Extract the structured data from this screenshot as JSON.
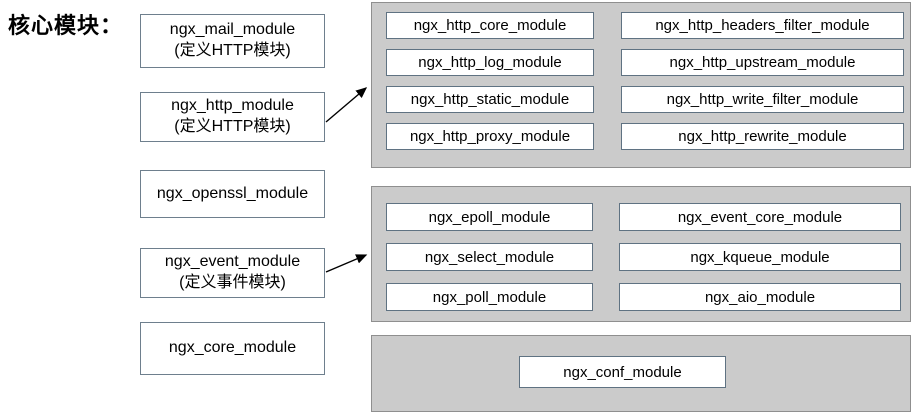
{
  "title": "核心模块：",
  "colors": {
    "panel_fill": "#cbcbcb",
    "panel_border": "#8f8f8f",
    "box_fill": "#ffffff",
    "box_border": "#5f7282",
    "arrow": "#000000",
    "text": "#000000"
  },
  "core_modules": [
    {
      "name": "ngx_mail_module",
      "note": "(定义HTTP模块)"
    },
    {
      "name": "ngx_http_module",
      "note": "(定义HTTP模块)"
    },
    {
      "name": "ngx_openssl_module",
      "note": ""
    },
    {
      "name": "ngx_event_module",
      "note": "(定义事件模块)"
    },
    {
      "name": "ngx_core_module",
      "note": ""
    }
  ],
  "http_modules": [
    "ngx_http_core_module",
    "ngx_http_log_module",
    "ngx_http_static_module",
    "ngx_http_proxy_module",
    "ngx_http_headers_filter_module",
    "ngx_http_upstream_module",
    "ngx_http_write_filter_module",
    "ngx_http_rewrite_module"
  ],
  "event_modules": [
    "ngx_epoll_module",
    "ngx_select_module",
    "ngx_poll_module",
    "ngx_event_core_module",
    "ngx_kqueue_module",
    "ngx_aio_module"
  ],
  "conf_modules": [
    "ngx_conf_module"
  ]
}
